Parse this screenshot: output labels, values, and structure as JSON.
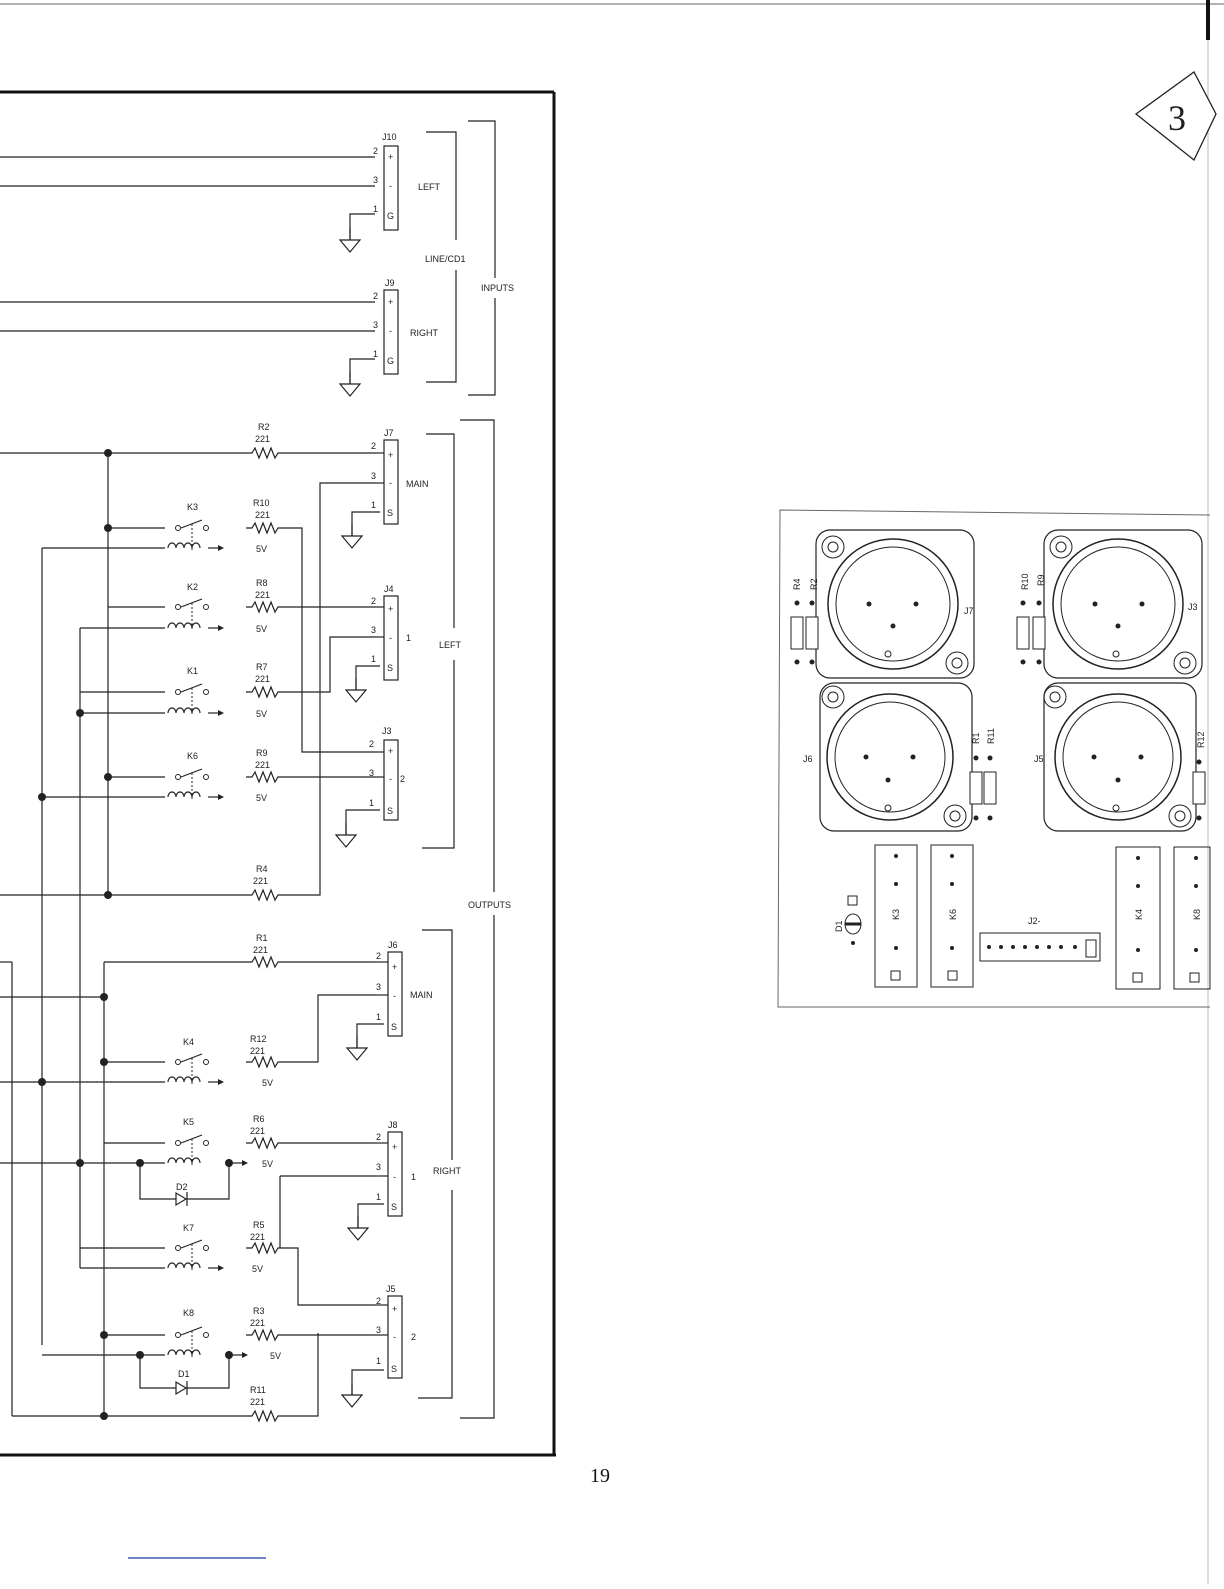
{
  "page": {
    "number": "19",
    "section_badge": "3"
  },
  "schematic": {
    "ground": "1",
    "minus": "-",
    "v5": "5V",
    "inputs": {
      "J10": {
        "ref": "J10",
        "pins": [
          "2",
          "3",
          "1"
        ],
        "signs": [
          "+",
          "-",
          "G"
        ],
        "label": "LEFT"
      },
      "J9": {
        "ref": "J9",
        "pins": [
          "2",
          "3",
          "1"
        ],
        "signs": [
          "+",
          "-",
          "G"
        ],
        "label": "RIGHT"
      },
      "group": "LINE/CD1",
      "bracket": "INPUTS"
    },
    "outputs": {
      "bracket": "OUTPUTS",
      "left_group": "LEFT",
      "right_group": "RIGHT",
      "J7": {
        "ref": "J7",
        "pins": [
          "2",
          "3",
          "1"
        ],
        "signs": [
          "+",
          "-",
          "S"
        ],
        "label": "MAIN"
      },
      "J4": {
        "ref": "J4",
        "pins": [
          "2",
          "3",
          "1"
        ],
        "signs": [
          "+",
          "-",
          "S"
        ],
        "label": "1"
      },
      "J3": {
        "ref": "J3",
        "pins": [
          "2",
          "3",
          "1"
        ],
        "signs": [
          "+",
          "-",
          "S"
        ],
        "label": "2"
      },
      "J6": {
        "ref": "J6",
        "pins": [
          "2",
          "3",
          "1"
        ],
        "signs": [
          "+",
          "-",
          "S"
        ],
        "label": "MAIN"
      },
      "J8": {
        "ref": "J8",
        "pins": [
          "2",
          "3",
          "1"
        ],
        "signs": [
          "+",
          "-",
          "S"
        ],
        "label": "1"
      },
      "J5": {
        "ref": "J5",
        "pins": [
          "2",
          "3",
          "1"
        ],
        "signs": [
          "+",
          "-",
          "S"
        ],
        "label": "2"
      }
    },
    "resistors": [
      {
        "ref": "R2",
        "value": "221"
      },
      {
        "ref": "R10",
        "value": "221"
      },
      {
        "ref": "R8",
        "value": "221"
      },
      {
        "ref": "R7",
        "value": "221"
      },
      {
        "ref": "R9",
        "value": "221"
      },
      {
        "ref": "R4",
        "value": "221"
      },
      {
        "ref": "R1",
        "value": "221"
      },
      {
        "ref": "R12",
        "value": "221"
      },
      {
        "ref": "R6",
        "value": "221"
      },
      {
        "ref": "R5",
        "value": "221"
      },
      {
        "ref": "R3",
        "value": "221"
      },
      {
        "ref": "R11",
        "value": "221"
      }
    ],
    "relays": [
      "K3",
      "K2",
      "K1",
      "K6",
      "K4",
      "K5",
      "K7",
      "K8"
    ],
    "diodes": [
      "D2",
      "D1"
    ]
  },
  "pcb": {
    "xlr": [
      "J7",
      "J3",
      "J6",
      "J5"
    ],
    "resistor_labels": {
      "a": "R4",
      "b": "R2",
      "c": "R10",
      "d": "R9",
      "e": "R1",
      "f": "R11",
      "g": "R12"
    },
    "relays": [
      "K3",
      "K6",
      "K4",
      "K8"
    ],
    "diode": "D1",
    "connector": "J2-"
  }
}
